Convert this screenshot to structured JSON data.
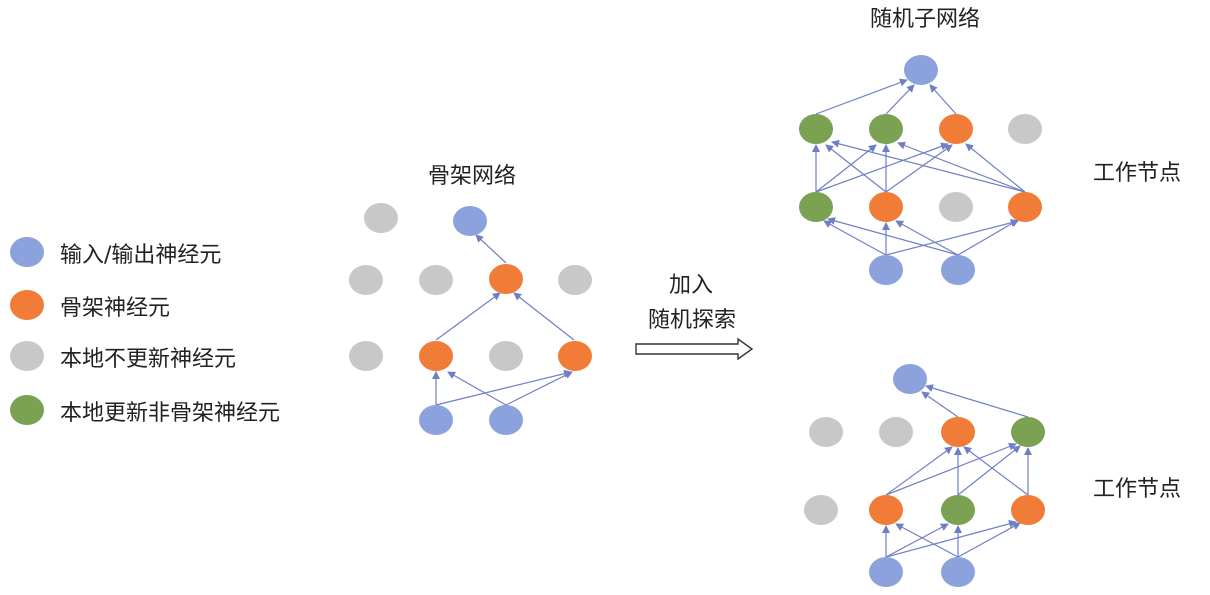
{
  "colors": {
    "io": "#8ca2dc",
    "backbone": "#f07c37",
    "local_static": "#c8c8c8",
    "local_update": "#7ba152",
    "edge": "#6f7fc4",
    "text": "#222222"
  },
  "legend": [
    {
      "id": "io",
      "label": "输入/输出神经元"
    },
    {
      "id": "backbone",
      "label": "骨架神经元"
    },
    {
      "id": "local_static",
      "label": "本地不更新神经元"
    },
    {
      "id": "local_update",
      "label": "本地更新非骨架神经元"
    }
  ],
  "backbone_network": {
    "title": "骨架网络"
  },
  "arrow": {
    "line1": "加入",
    "line2": "随机探索"
  },
  "subnetwork_title": "随机子网络",
  "worker_top": {
    "label": "工作节点"
  },
  "worker_bottom": {
    "label": "工作节点"
  }
}
